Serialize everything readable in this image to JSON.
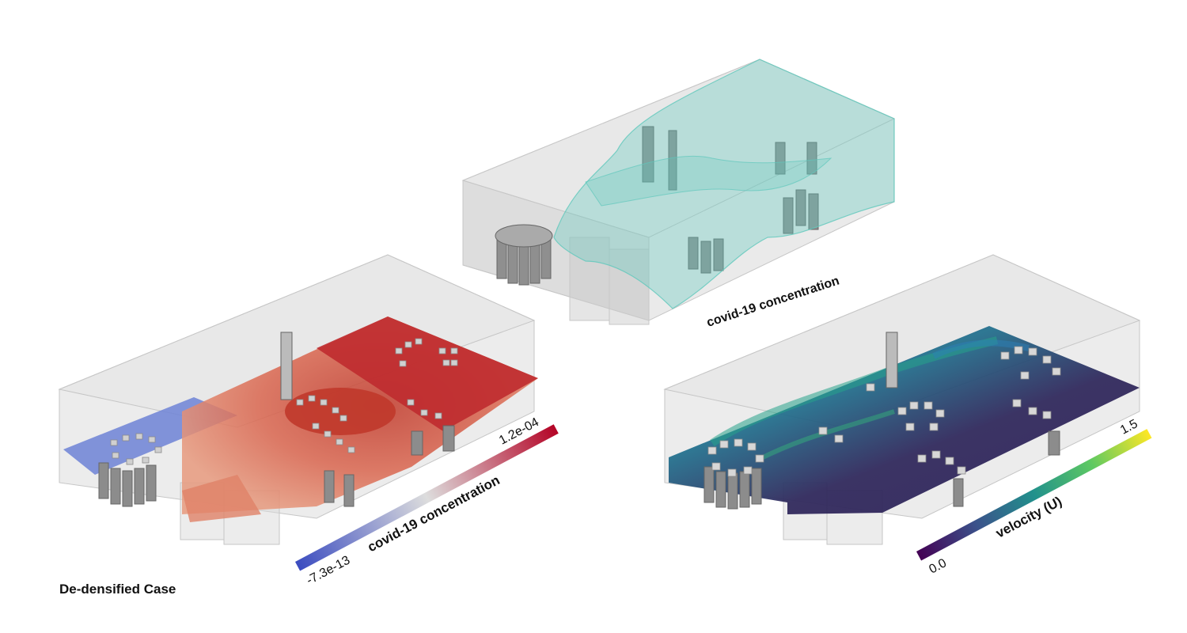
{
  "caption": "De-densified Case",
  "panels": {
    "top": {
      "label": "covid-19 concentration",
      "plume_color": "#5fc8bc"
    },
    "left": {
      "colorbar_label": "covid-19 concentration",
      "min_label": "-7.3e-13",
      "max_label": "1.2e-04",
      "colors": [
        "#3b4cc0",
        "#dddddd",
        "#b40426"
      ]
    },
    "right": {
      "colorbar_label": "velocity (U)",
      "min_label": "0.0",
      "max_label": "1.5",
      "colors": [
        "#440154",
        "#21918c",
        "#fde725"
      ]
    }
  }
}
